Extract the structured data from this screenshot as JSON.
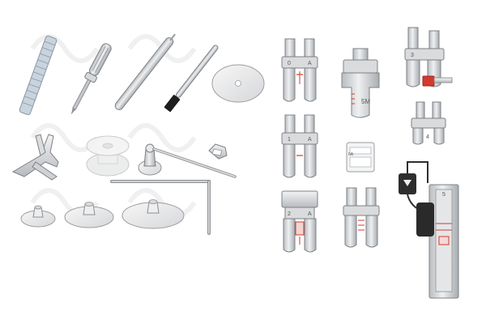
{
  "colors": {
    "metal_light": "#e3e4e6",
    "metal_mid": "#c4c6c9",
    "metal_dark": "#8d9094",
    "outline": "#7e8185",
    "accent_red": "#d23a2f",
    "brush_black": "#1d1d1d",
    "watermark": "#f1f1f1"
  },
  "feet_labels": {
    "foot_0": "0",
    "foot_0_side": "A",
    "foot_1": "1",
    "foot_1_side": "A",
    "foot_2": "2",
    "foot_2_side": "A",
    "foot_5m": "5M",
    "foot_3": "3",
    "foot_4": "4",
    "foot_6a": "6A"
  },
  "sensor_label": "5",
  "accessories": [
    {
      "name": "seam-ripper-icon"
    },
    {
      "name": "screwdriver-icon"
    },
    {
      "name": "stiletto-icon"
    },
    {
      "name": "brush-icon"
    },
    {
      "name": "spool-cap-small-icon"
    },
    {
      "name": "edge-guide-icon"
    },
    {
      "name": "bobbin-icon"
    },
    {
      "name": "spool-pin-icon"
    },
    {
      "name": "quilting-guide-icon"
    },
    {
      "name": "felt-pad-icon"
    }
  ]
}
